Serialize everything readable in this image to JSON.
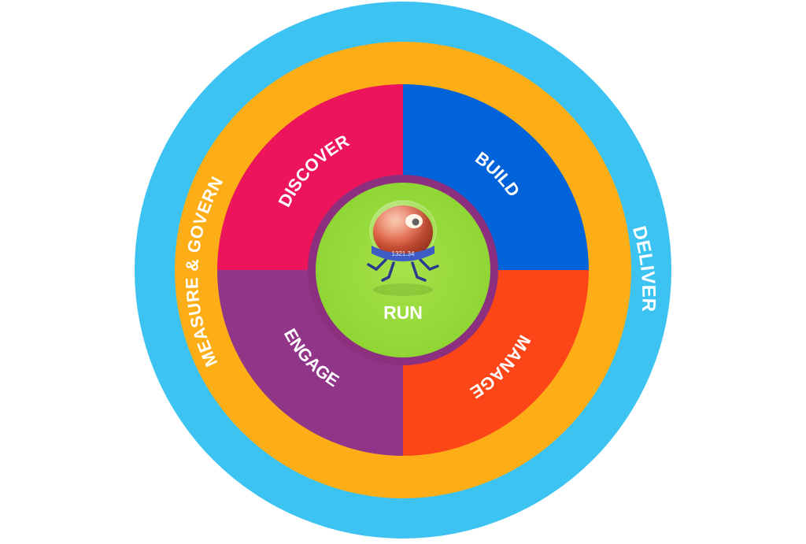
{
  "diagram": {
    "outer_ring": {
      "label": "DELIVER",
      "color": "#3DC3F2"
    },
    "middle_ring": {
      "label": "MEASURE & GOVERN",
      "color": "#FDAE17"
    },
    "quadrants": [
      {
        "key": "discover",
        "label": "DISCOVER",
        "color": "#EC145B"
      },
      {
        "key": "build",
        "label": "BUILD",
        "color": "#0063D9"
      },
      {
        "key": "manage",
        "label": "MANAGE",
        "color": "#FC4617"
      },
      {
        "key": "engage",
        "label": "ENGAGE",
        "color": "#913589"
      }
    ],
    "center": {
      "label": "RUN",
      "color": "#95D93A",
      "ring_color": "#8B2F7E",
      "mascot": "robot-mascot-icon",
      "mascot_band_text": "1321.34"
    },
    "text_color": "#FFFFFF"
  }
}
